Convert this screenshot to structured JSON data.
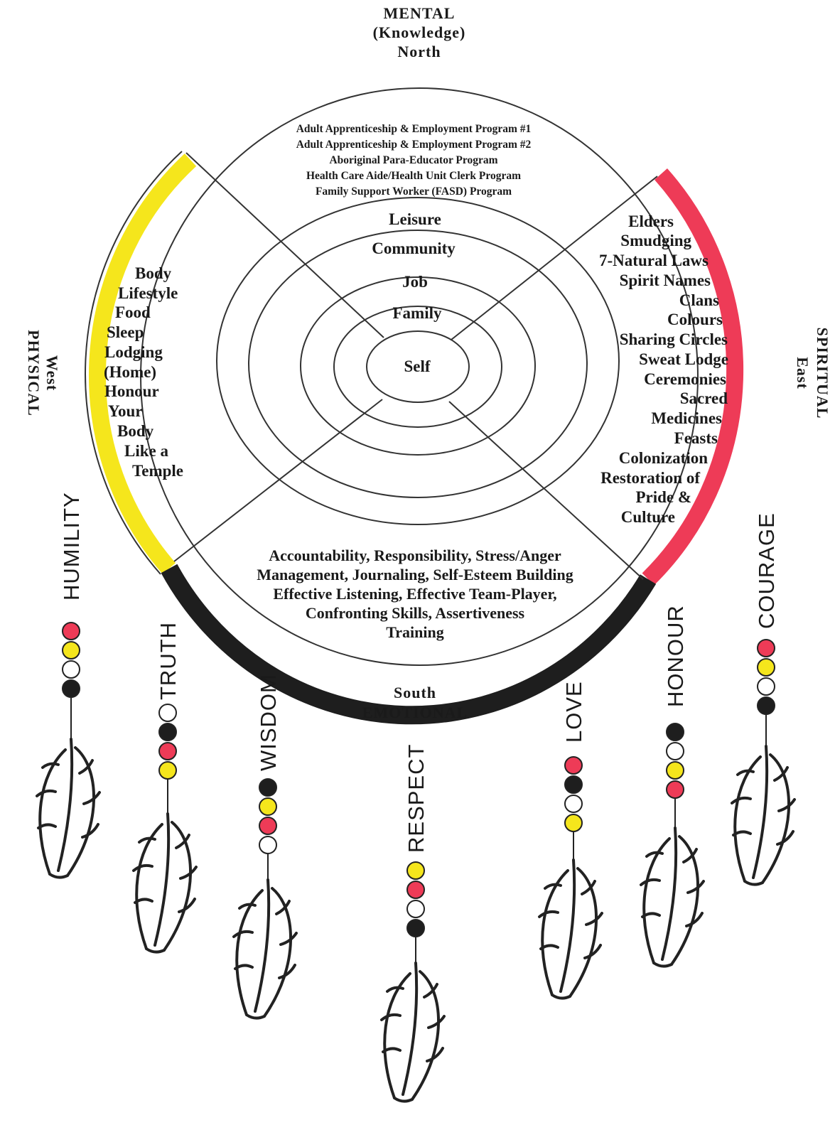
{
  "directions": {
    "north": [
      "MENTAL",
      "(Knowledge)",
      "North"
    ],
    "west": [
      "PHYSICAL",
      "West"
    ],
    "east": [
      "SPIRITUAL",
      "East"
    ],
    "south": [
      "South",
      "EMOTIONAL"
    ]
  },
  "programs": [
    "Adult Apprenticeship & Employment Program #1",
    "Adult Apprenticeship & Employment Program #2",
    "Aboriginal Para-Educator Program",
    "Health Care Aide/Health Unit Clerk Program",
    "Family Support Worker (FASD) Program"
  ],
  "rings": [
    "Leisure",
    "Community",
    "Job",
    "Family",
    "Self"
  ],
  "physical_items": [
    "Body",
    "Lifestyle",
    "Food",
    "Sleep",
    "Lodging",
    "(Home)",
    "Honour",
    "Your",
    "Body",
    "Like a",
    "Temple"
  ],
  "spiritual_items": [
    "Elders",
    "Smudging",
    "7-Natural Laws",
    "Spirit Names",
    "Clans",
    "Colours",
    "Sharing Circles",
    "Sweat Lodge",
    "Ceremonies",
    "Sacred",
    "Medicines",
    "Feasts",
    "Colonization",
    "Restoration of",
    "Pride &",
    "Culture"
  ],
  "emotional_items": [
    "Accountability, Responsibility, Stress/Anger",
    "Management, Journaling, Self-Esteem Building",
    "Effective Listening, Effective Team-Player,",
    "Confronting Skills, Assertiveness",
    "Training"
  ],
  "feathers": [
    {
      "virtue": "HUMILITY",
      "beads": [
        "red",
        "yellow",
        "white",
        "black"
      ]
    },
    {
      "virtue": "TRUTH",
      "beads": [
        "white",
        "black",
        "red",
        "yellow"
      ]
    },
    {
      "virtue": "WISDOM",
      "beads": [
        "black",
        "yellow",
        "red",
        "white"
      ]
    },
    {
      "virtue": "RESPECT",
      "beads": [
        "yellow",
        "red",
        "white",
        "black"
      ]
    },
    {
      "virtue": "LOVE",
      "beads": [
        "red",
        "black",
        "white",
        "yellow"
      ]
    },
    {
      "virtue": "HONOUR",
      "beads": [
        "black",
        "white",
        "yellow",
        "red"
      ]
    },
    {
      "virtue": "COURAGE",
      "beads": [
        "red",
        "yellow",
        "white",
        "black"
      ]
    }
  ],
  "colors": {
    "north": "#ffffff",
    "east": "#ee3b57",
    "south": "#1e1e1e",
    "west": "#f5e61c",
    "bead_red": "#ee3b57",
    "bead_yellow": "#f5e61c",
    "bead_white": "#ffffff",
    "bead_black": "#1e1e1e"
  }
}
